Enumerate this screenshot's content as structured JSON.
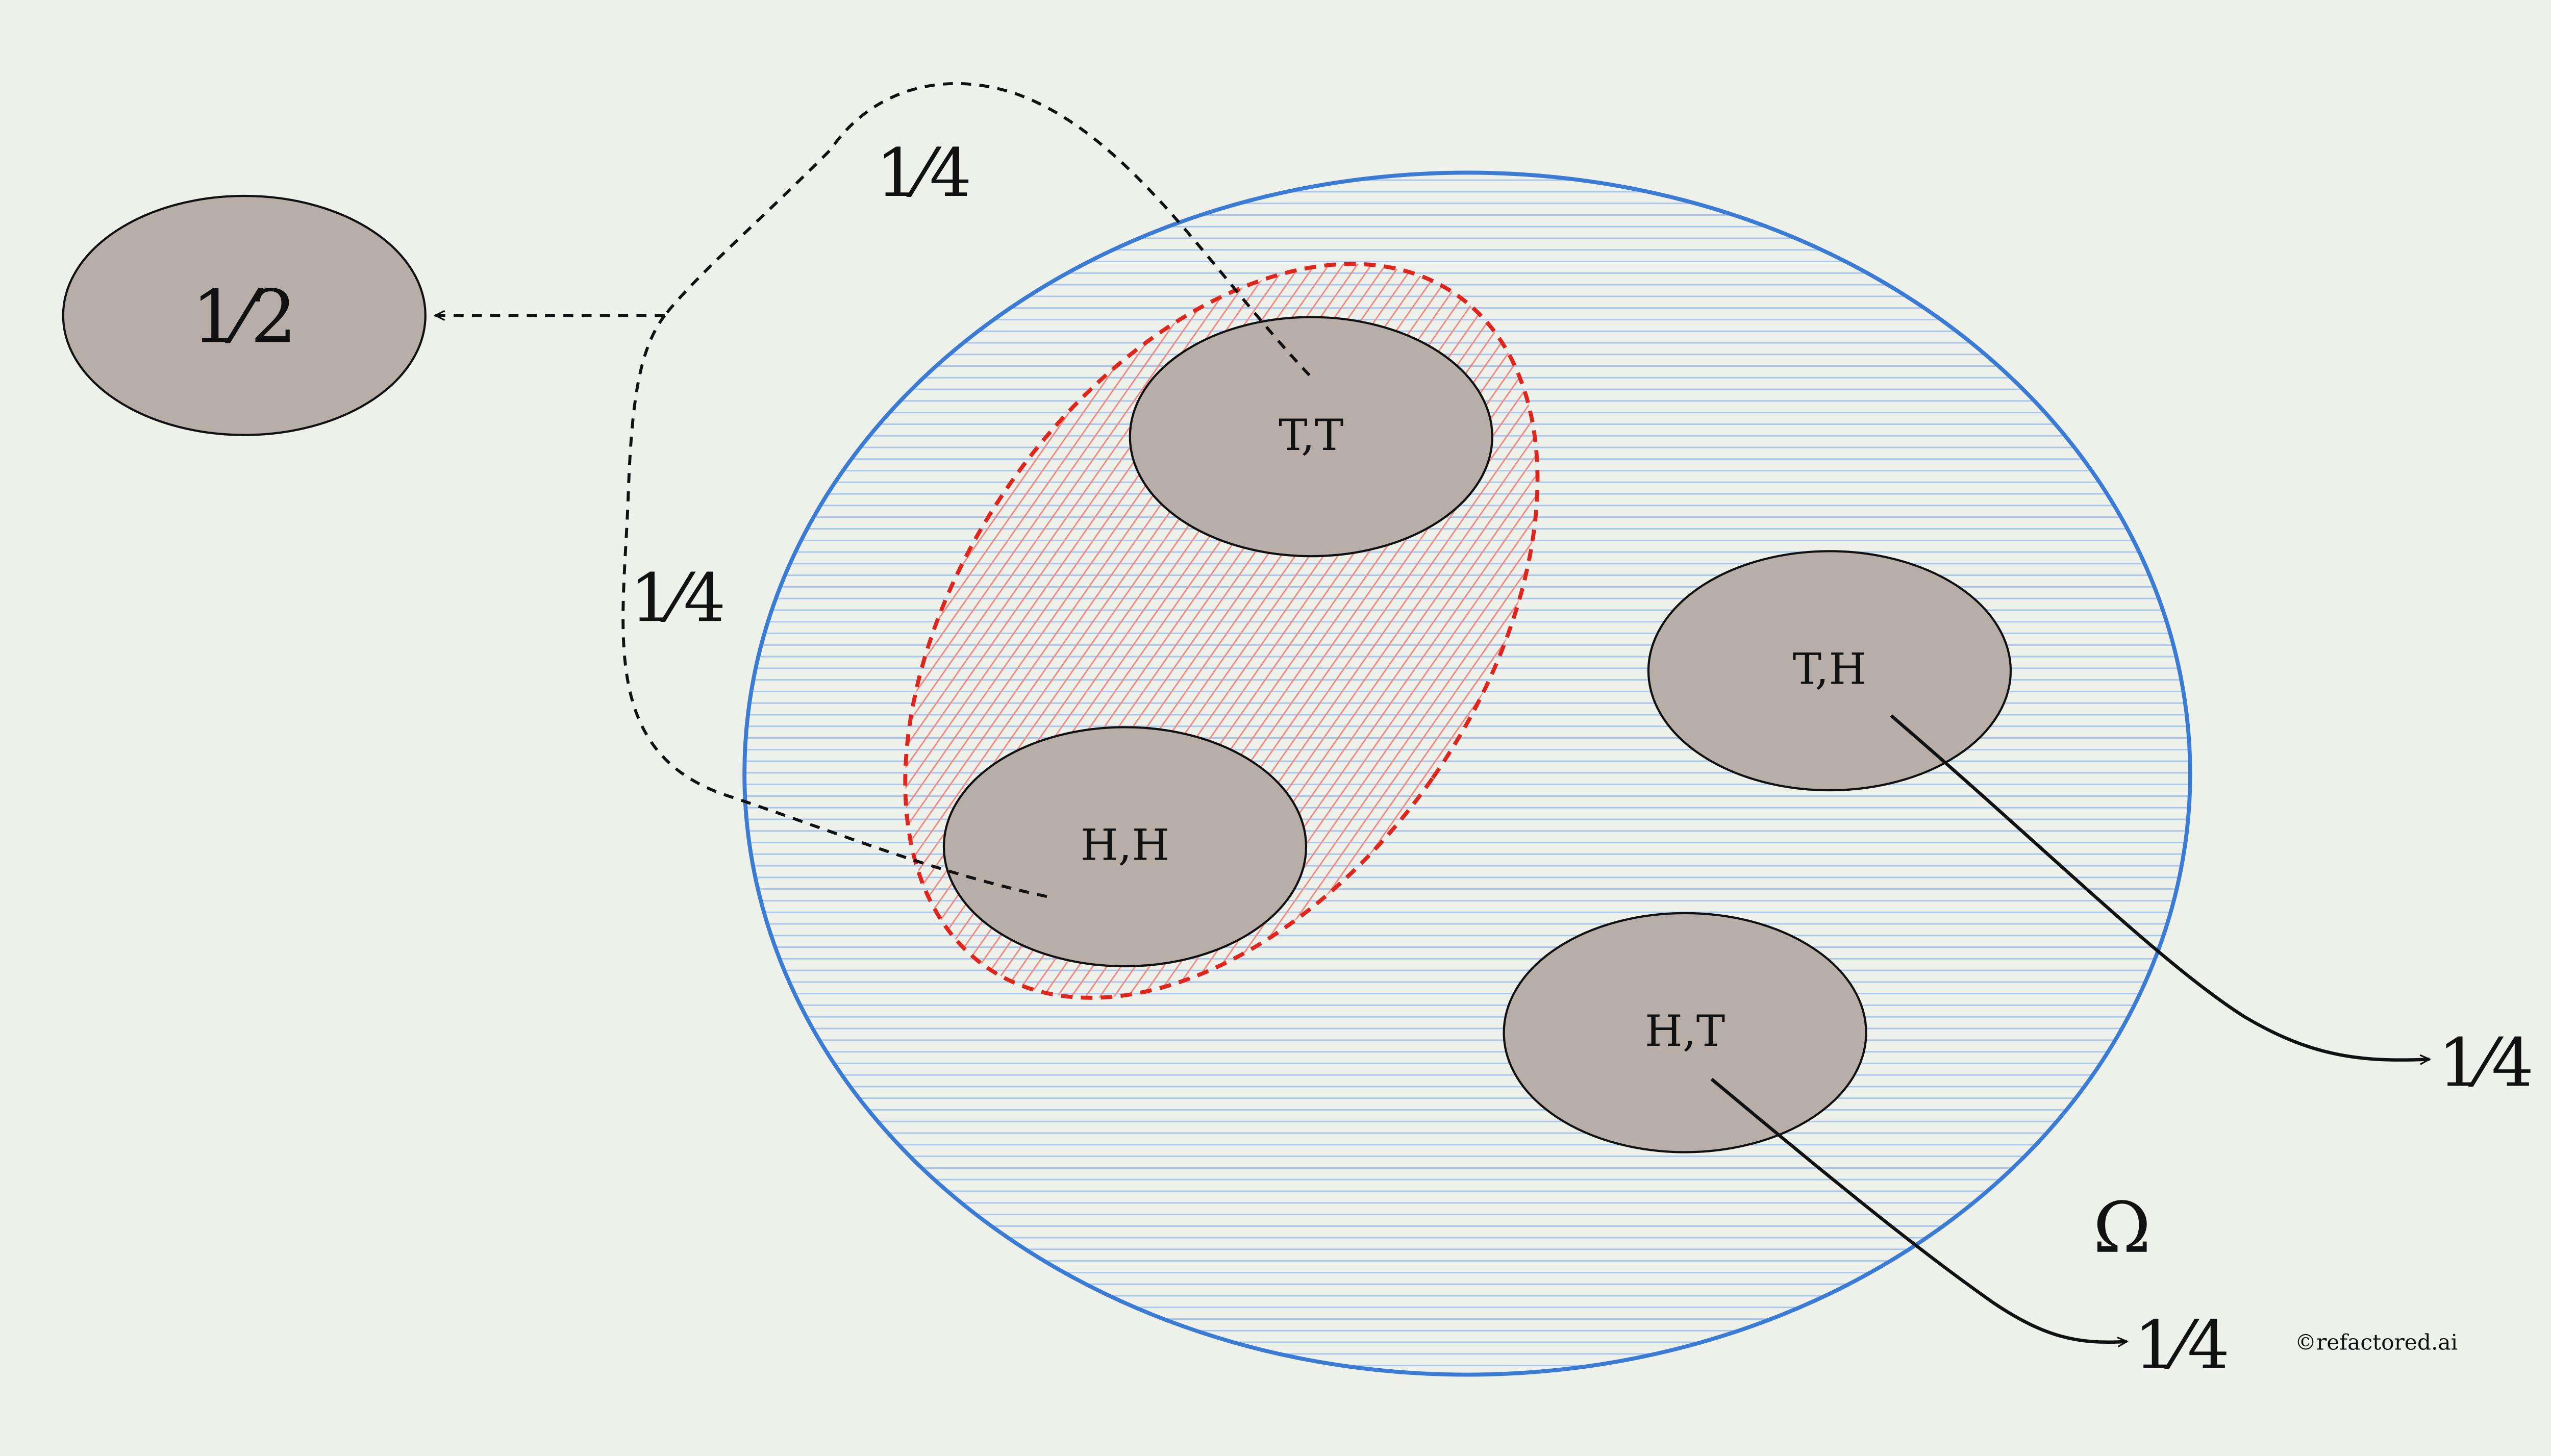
{
  "background_color": "#eef1ea",
  "sample_space": {
    "symbol": "Ω",
    "color": "#3a7bd5",
    "hatch_color": "#a9c6ef"
  },
  "event": {
    "color": "#e0261c",
    "hatch_color": "#f08a82"
  },
  "outcome_fill": "#b8aea8",
  "outcomes": [
    {
      "id": "tt",
      "label": "T,T"
    },
    {
      "id": "th",
      "label": "T,H"
    },
    {
      "id": "hh",
      "label": "H,H"
    },
    {
      "id": "ht",
      "label": "H,T"
    }
  ],
  "event_probability": {
    "text": "1⁄2"
  },
  "probability_labels": {
    "tt": "1⁄4",
    "hh": "1⁄4",
    "th": "1⁄4",
    "ht": "1⁄4"
  },
  "credit": "©refactored.ai"
}
